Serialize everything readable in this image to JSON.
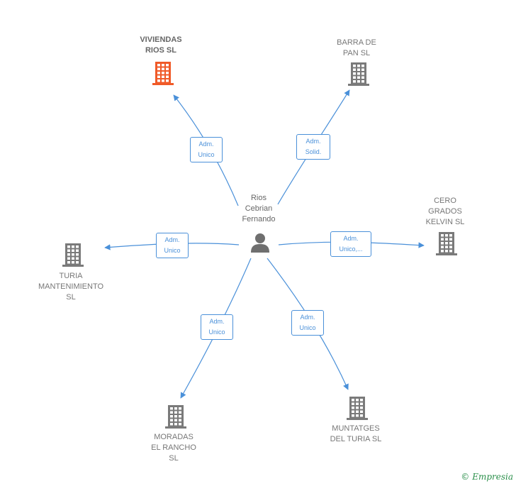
{
  "center": {
    "name": "Rios\nCebrian\nFernando",
    "icon": "person-icon"
  },
  "companies": [
    {
      "id": "viviendas",
      "name": "VIVIENDAS\nRIOS  SL",
      "icon": "building-icon",
      "color": "#f05a28",
      "highlight": true,
      "relation": "Adm.\nUnico"
    },
    {
      "id": "barra",
      "name": "BARRA DE\nPAN  SL",
      "icon": "building-icon",
      "color": "#7a7a7a",
      "highlight": false,
      "relation": "Adm.\nSolid."
    },
    {
      "id": "cero",
      "name": "CERO\nGRADOS\nKELVIN  SL",
      "icon": "building-icon",
      "color": "#7a7a7a",
      "highlight": false,
      "relation": "Adm.\nUnico,..."
    },
    {
      "id": "turia",
      "name": "TURIA\nMANTENIMIENTO\nSL",
      "icon": "building-icon",
      "color": "#7a7a7a",
      "highlight": false,
      "relation": "Adm.\nUnico"
    },
    {
      "id": "moradas",
      "name": "MORADAS\nEL RANCHO\nSL",
      "icon": "building-icon",
      "color": "#7a7a7a",
      "highlight": false,
      "relation": "Adm.\nUnico"
    },
    {
      "id": "muntatges",
      "name": "MUNTATGES\nDEL TURIA SL",
      "icon": "building-icon",
      "color": "#7a7a7a",
      "highlight": false,
      "relation": "Adm.\nUnico"
    }
  ],
  "edge_color": "#4a90d9",
  "footer": {
    "copyright": "©",
    "brand": "Empresia"
  }
}
